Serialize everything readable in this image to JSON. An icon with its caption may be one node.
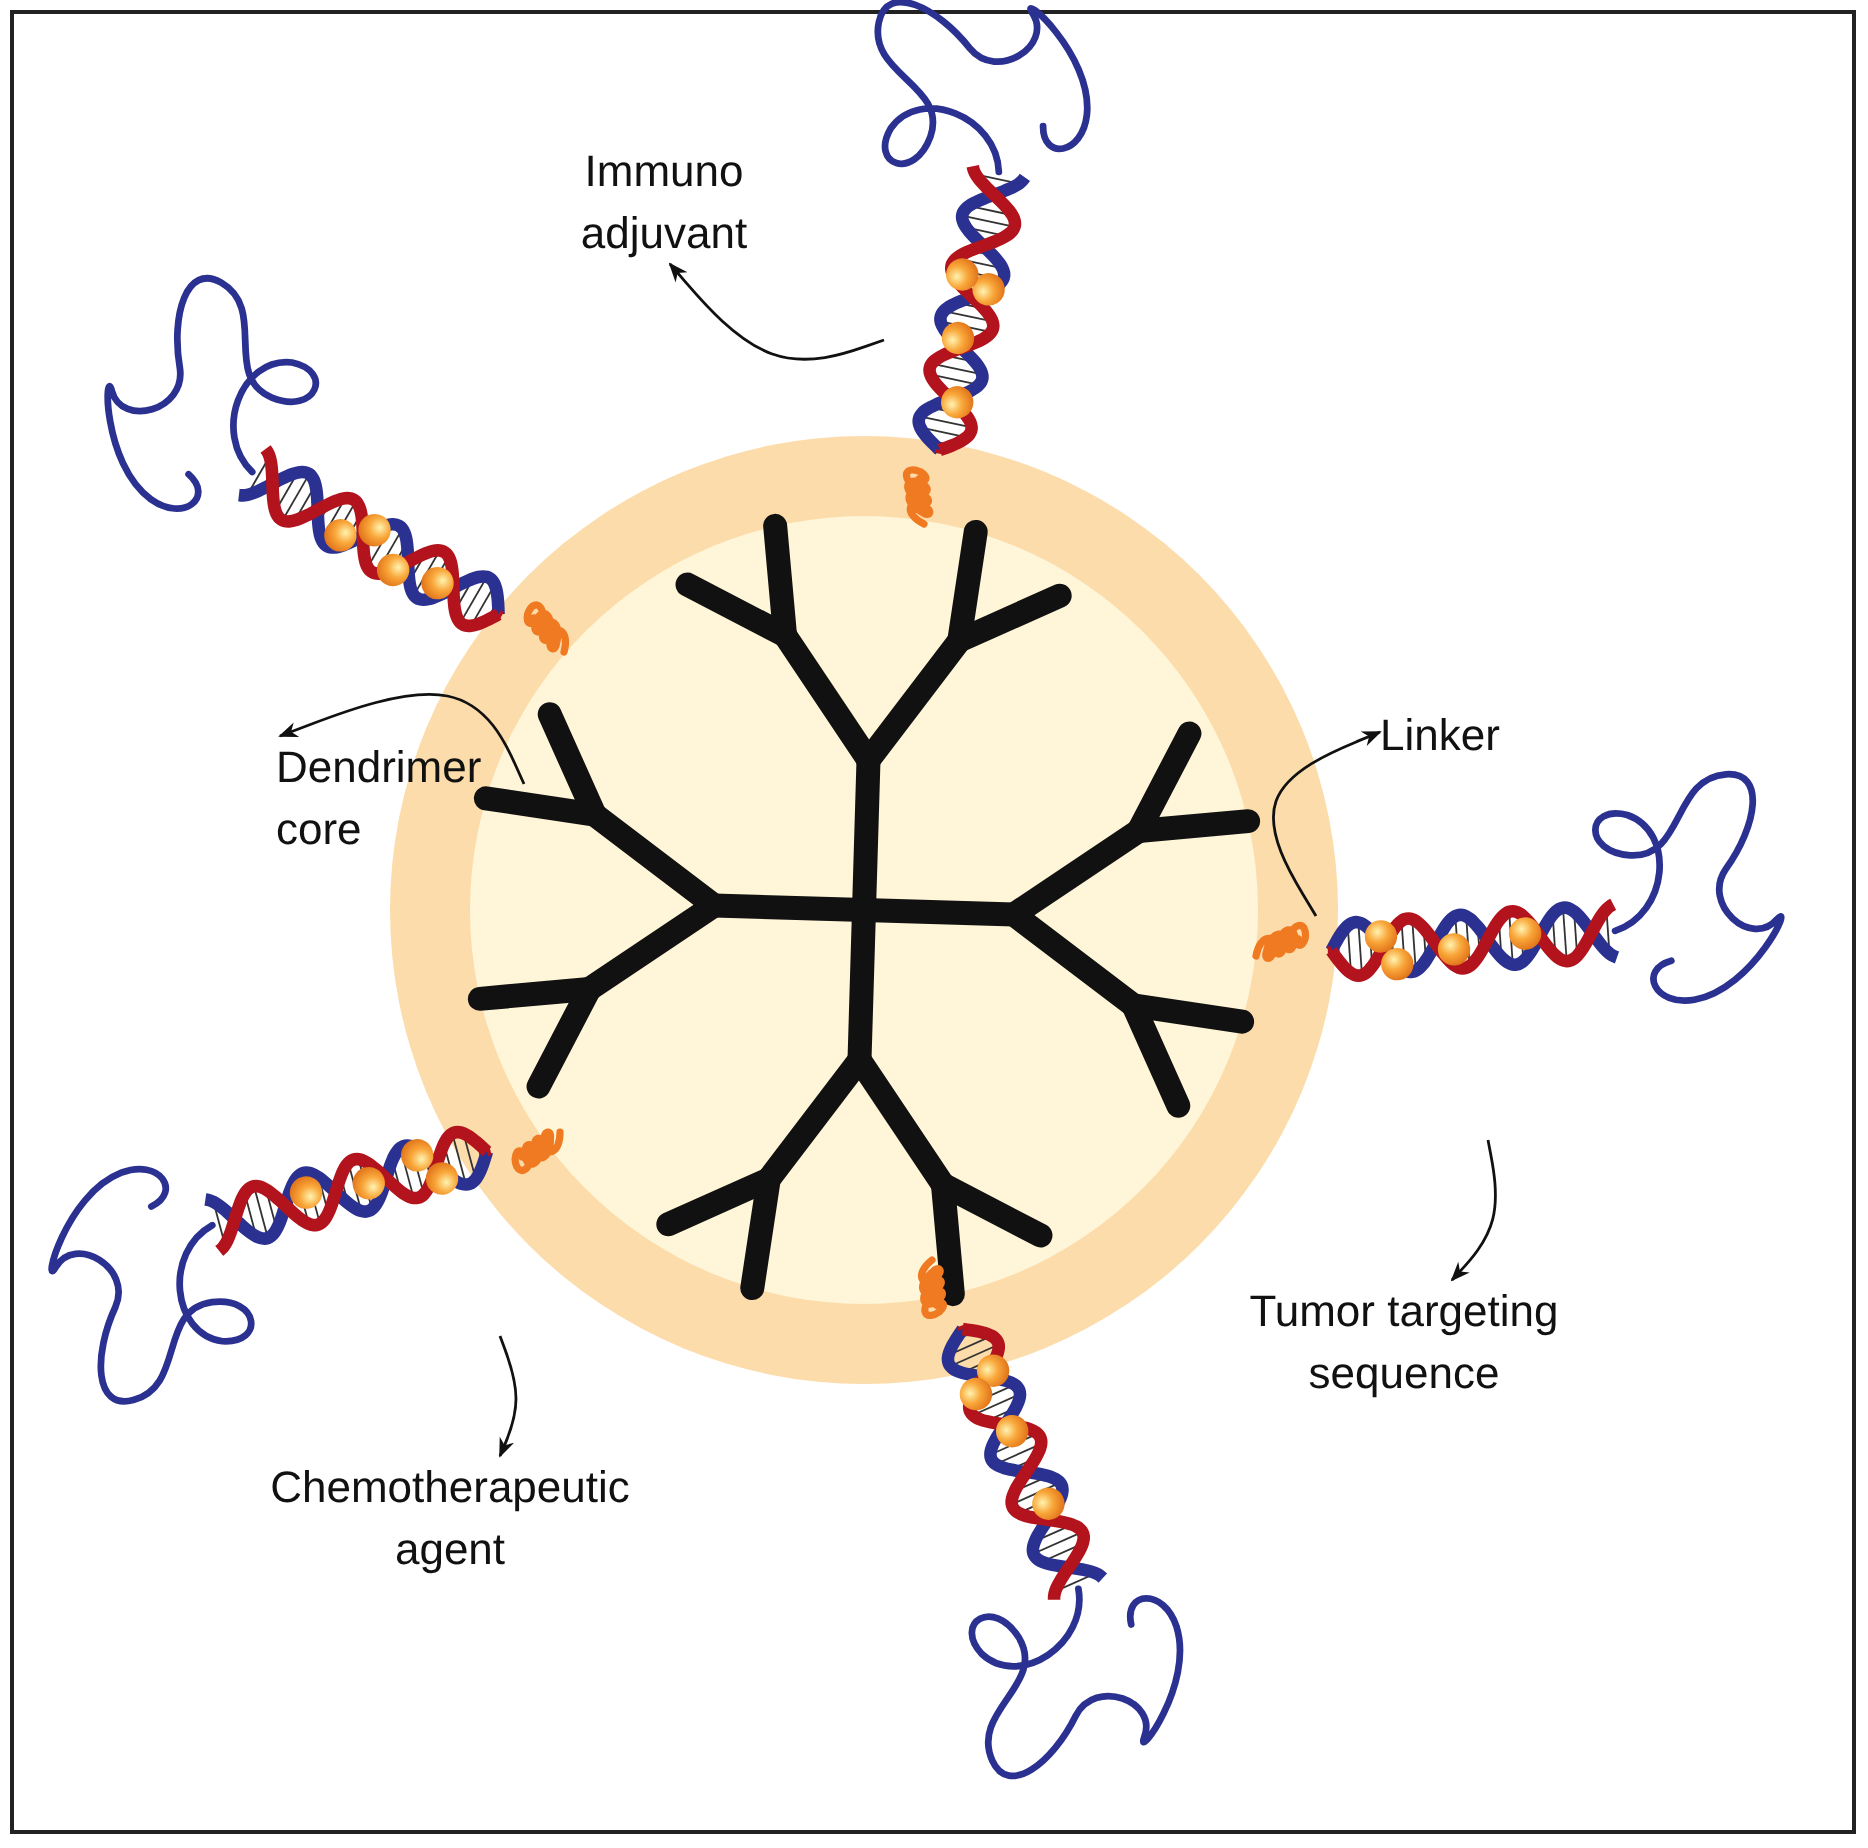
{
  "diagram": {
    "nodes": [
      {
        "text": [
          "Immuno adjuvant"
        ]
      },
      {
        "text": [
          "Dendrimer core"
        ]
      },
      {
        "text": [
          "Linker"
        ]
      },
      {
        "text": [
          "Tumor targeting sequence"
        ]
      },
      {
        "text": [
          "Chemotherapeutic agent"
        ]
      }
    ],
    "edges": [
      {
        "from": null,
        "to": 0,
        "arrow": "to"
      },
      {
        "from": null,
        "to": 1,
        "arrow": "to"
      },
      {
        "from": null,
        "to": 2,
        "arrow": "to"
      },
      {
        "from": null,
        "to": 3,
        "arrow": "to"
      },
      {
        "from": null,
        "to": 4,
        "arrow": "to"
      }
    ]
  }
}
